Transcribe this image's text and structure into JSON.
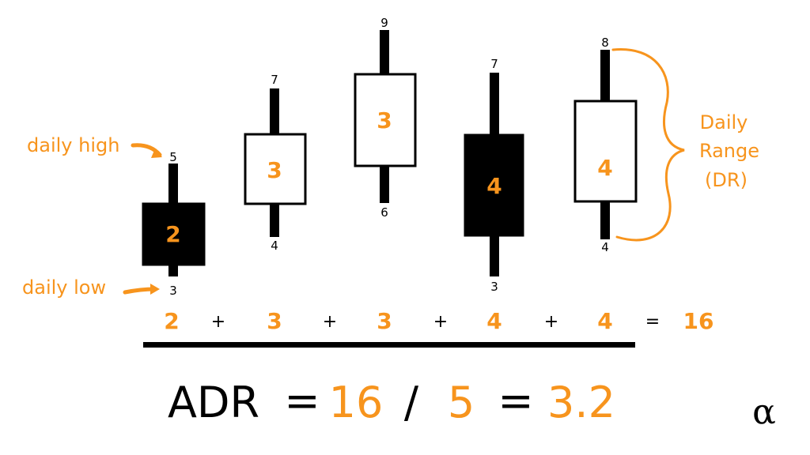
{
  "colors": {
    "accent": "#f7941d",
    "ink": "#000000"
  },
  "annotations": {
    "daily_high": "daily high",
    "daily_low": "daily low",
    "range_line1": "Daily",
    "range_line2": "Range",
    "range_line3": "(DR)"
  },
  "candles": [
    {
      "high": "5",
      "low": "3",
      "range": "2",
      "fill": "black"
    },
    {
      "high": "7",
      "low": "4",
      "range": "3",
      "fill": "white"
    },
    {
      "high": "9",
      "low": "6",
      "range": "3",
      "fill": "white"
    },
    {
      "high": "7",
      "low": "3",
      "range": "4",
      "fill": "black"
    },
    {
      "high": "8",
      "low": "4",
      "range": "4",
      "fill": "white"
    }
  ],
  "sum": {
    "terms": [
      "2",
      "3",
      "3",
      "4",
      "4"
    ],
    "plus": "+",
    "equals": "=",
    "total": "16"
  },
  "formula": {
    "label": "ADR",
    "equals": "=",
    "numerator": "16",
    "divide": "/",
    "denominator": "5",
    "result": "3.2"
  },
  "logo": "α"
}
